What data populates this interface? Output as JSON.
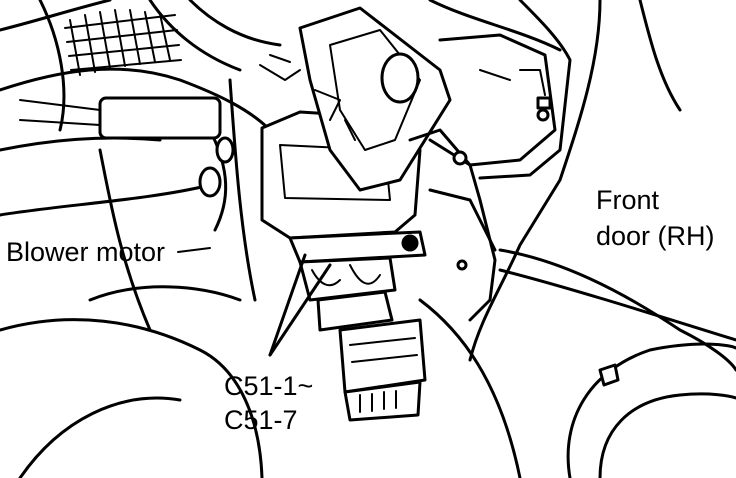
{
  "labels": {
    "blower_motor": "Blower motor",
    "front_door_line1": "Front",
    "front_door_line2": "door (RH)",
    "connector_line1": "C51-1~",
    "connector_line2": "C51-7"
  }
}
